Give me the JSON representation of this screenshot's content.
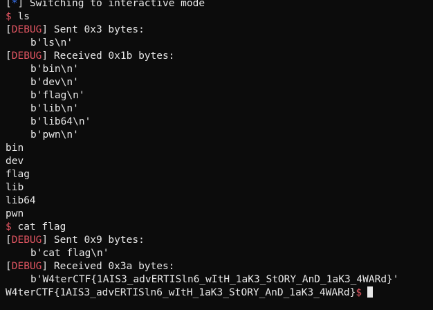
{
  "terminal": {
    "status_star": "*",
    "status_text": " Switching to interactive mode",
    "prompt_symbol": "$",
    "cmd1": "ls",
    "debug_tag": "DEBUG",
    "sent1": " Sent 0x3 bytes:",
    "sent1_bytes": "b'ls\\n'",
    "recv1": " Received 0x1b bytes:",
    "recv1_lines": [
      "b'bin\\n'",
      "b'dev\\n'",
      "b'flag\\n'",
      "b'lib\\n'",
      "b'lib64\\n'",
      "b'pwn\\n'"
    ],
    "ls_output": [
      "bin",
      "dev",
      "flag",
      "lib",
      "lib64",
      "pwn"
    ],
    "cmd2": "cat flag",
    "sent2": " Sent 0x9 bytes:",
    "sent2_bytes": "b'cat flag\\n'",
    "recv2": " Received 0x3a bytes:",
    "recv2_bytes": "b'W4terCTF{1AIS3_advERTISln6_wItH_1aK3_StORY_AnD_1aK3_4WARd}'",
    "flag_output": "W4terCTF{1AIS3_advERTISln6_wItH_1aK3_StORY_AnD_1aK3_4WARd}"
  },
  "colors": {
    "background": "#0c0c0c",
    "text": "#e8e8e8",
    "debug": "#e05561",
    "star": "#3b78ff"
  }
}
